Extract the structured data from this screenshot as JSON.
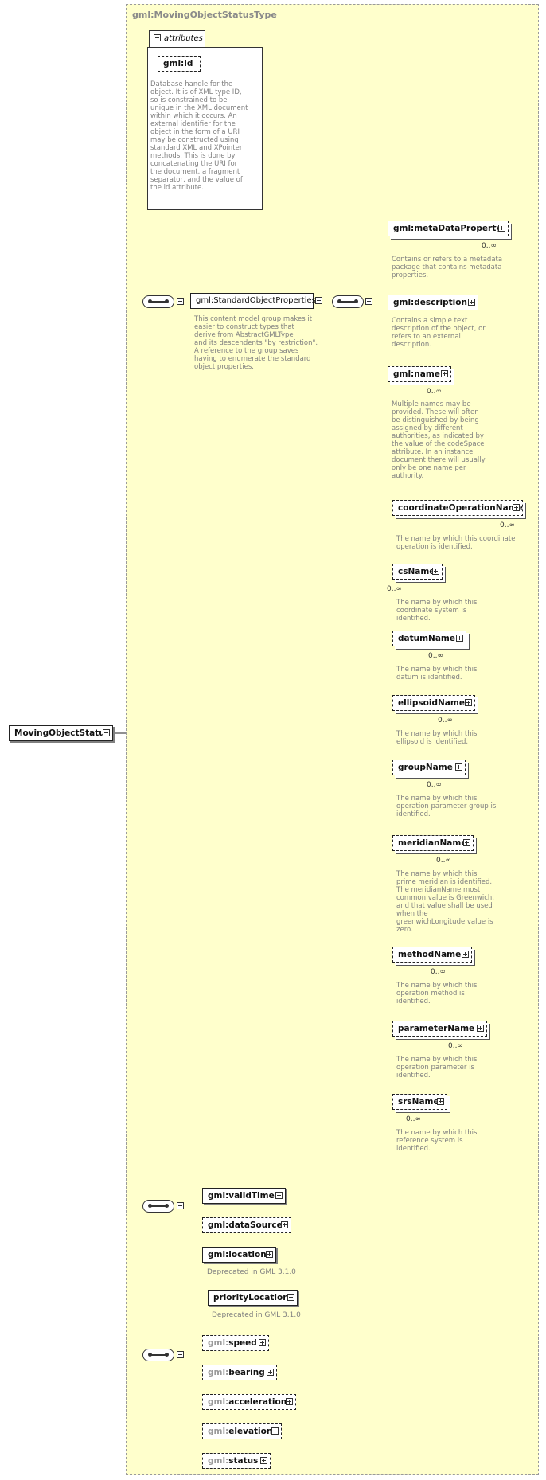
{
  "complex_type": "gml:MovingObjectStatusType",
  "root": "MovingObjectStatus",
  "attributes": {
    "label": "attributes",
    "id": {
      "name": "gml:id",
      "doc": [
        "Database handle for the",
        "object.  It is of XML type ID,",
        "so is constrained to be",
        "unique in the XML document",
        "within which it occurs.  An",
        "external identifier for the",
        "object in the form of a URI",
        "may be constructed using",
        "standard XML and XPointer",
        "methods.  This is done by",
        "concatenating the URI for",
        "the document, a fragment",
        "separator, and the value of",
        "the id attribute."
      ]
    }
  },
  "standard_props": {
    "group_name": "gml:StandardObjectProperties",
    "group_doc": [
      "This content model group makes it",
      "easier to construct types that",
      "     derive from AbstractGMLType",
      "and its descendents \"by restriction\".",
      "     A reference to the group saves",
      "having to enumerate the standard",
      "object properties."
    ],
    "metaDataProperty": {
      "name": "gml:metaDataProperty",
      "card": "0..∞",
      "doc": [
        "Contains or refers to a metadata",
        "package that contains metadata",
        "properties."
      ]
    },
    "description": {
      "name": "gml:description",
      "doc": [
        "Contains a simple text",
        "description of the object, or",
        "refers to an external",
        "description."
      ]
    },
    "name": {
      "name": "gml:name",
      "card": "0..∞",
      "doc": [
        "Multiple names may be",
        "provided.  These will often",
        "be distinguished by being",
        "assigned by different",
        "authorities, as indicated by",
        "the value of the codeSpace",
        "attribute.  In an instance",
        "document there will usually",
        "only be one name per",
        "authority."
      ]
    },
    "substitutes": [
      {
        "name": "coordinateOperationName",
        "card": "0..∞",
        "doc": [
          "The name by which this coordinate",
          "operation is identified."
        ]
      },
      {
        "name": "csName",
        "card": "0..∞",
        "doc": [
          "The name by which this",
          "coordinate system is",
          "identified."
        ]
      },
      {
        "name": "datumName",
        "card": "0..∞",
        "doc": [
          "The name by which this",
          "datum is identified."
        ]
      },
      {
        "name": "ellipsoidName",
        "card": "0..∞",
        "doc": [
          "The name by which this",
          "ellipsoid is identified."
        ]
      },
      {
        "name": "groupName",
        "card": "0..∞",
        "doc": [
          "The name by which this",
          "operation parameter group is",
          "identified."
        ]
      },
      {
        "name": "meridianName",
        "card": "0..∞",
        "doc": [
          "The name by which this",
          "prime meridian is identified.",
          "The meridianName most",
          "common value is Greenwich,",
          "and that value shall be used",
          "when the",
          "greenwichLongitude value is",
          "zero."
        ]
      },
      {
        "name": "methodName",
        "card": "0..∞",
        "doc": [
          "The name by which this",
          "operation method is",
          "identified."
        ]
      },
      {
        "name": "parameterName",
        "card": "0..∞",
        "doc": [
          "The name by which this",
          "operation parameter is",
          "identified."
        ]
      },
      {
        "name": "srsName",
        "card": "0..∞",
        "doc": [
          "The name by which this",
          "reference system is",
          "identified."
        ]
      }
    ]
  },
  "time_seq": {
    "validTime": "gml:validTime",
    "dataSource": "gml:dataSource"
  },
  "status_seq": {
    "location": "gml:location",
    "location_note": "Deprecated in GML 3.1.0",
    "priorityLocation": "priorityLocation",
    "priority_note": "Deprecated in GML 3.1.0",
    "items": [
      {
        "prefix": "gml:",
        "local": "speed"
      },
      {
        "prefix": "gml:",
        "local": "bearing"
      },
      {
        "prefix": "gml:",
        "local": "acceleration"
      },
      {
        "prefix": "gml:",
        "local": "elevation"
      },
      {
        "prefix": "gml:",
        "local": "status"
      }
    ]
  }
}
